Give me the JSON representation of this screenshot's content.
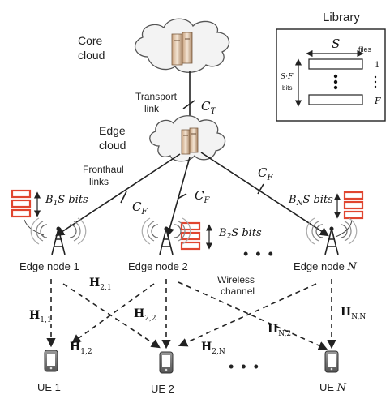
{
  "clouds": {
    "core_line1": "Core",
    "core_line2": "cloud",
    "edge_line1": "Edge",
    "edge_line2": "cloud"
  },
  "library": {
    "title": "Library",
    "S": "S",
    "files": "files",
    "row1_index": "1",
    "rowF_index": "F",
    "SF_label": "S·F",
    "bits": "bits"
  },
  "links": {
    "transport_line1": "Transport",
    "transport_line2": "link",
    "C_T": "C",
    "C_T_sub": "T",
    "fronthaul_line1": "Fronthaul",
    "fronthaul_line2": "links",
    "C_F": "C",
    "C_F_sub": "F"
  },
  "caches": {
    "B1": "B",
    "B1_sub": "1",
    "B2": "B",
    "B2_sub": "2",
    "BN": "B",
    "BN_sub": "N",
    "S_bits": "S bits"
  },
  "edge_nodes": {
    "node1": "Edge node 1",
    "node2": "Edge node 2",
    "nodeN_prefix": "Edge node ",
    "nodeN_var": "N"
  },
  "wireless": {
    "line1": "Wireless",
    "line2": "channel"
  },
  "channels": {
    "H": "H",
    "H11_sub": "1,1",
    "H12_sub": "1,2",
    "H21_sub": "2,1",
    "H22_sub": "2,2",
    "H2N_sub": "2,N",
    "HN2_sub": "N,2",
    "HNN_sub": "N,N"
  },
  "ues": {
    "ue1": "UE 1",
    "ue2": "UE 2",
    "ueN_prefix": "UE ",
    "ueN_var": "N"
  },
  "ellipsis": "• • •"
}
